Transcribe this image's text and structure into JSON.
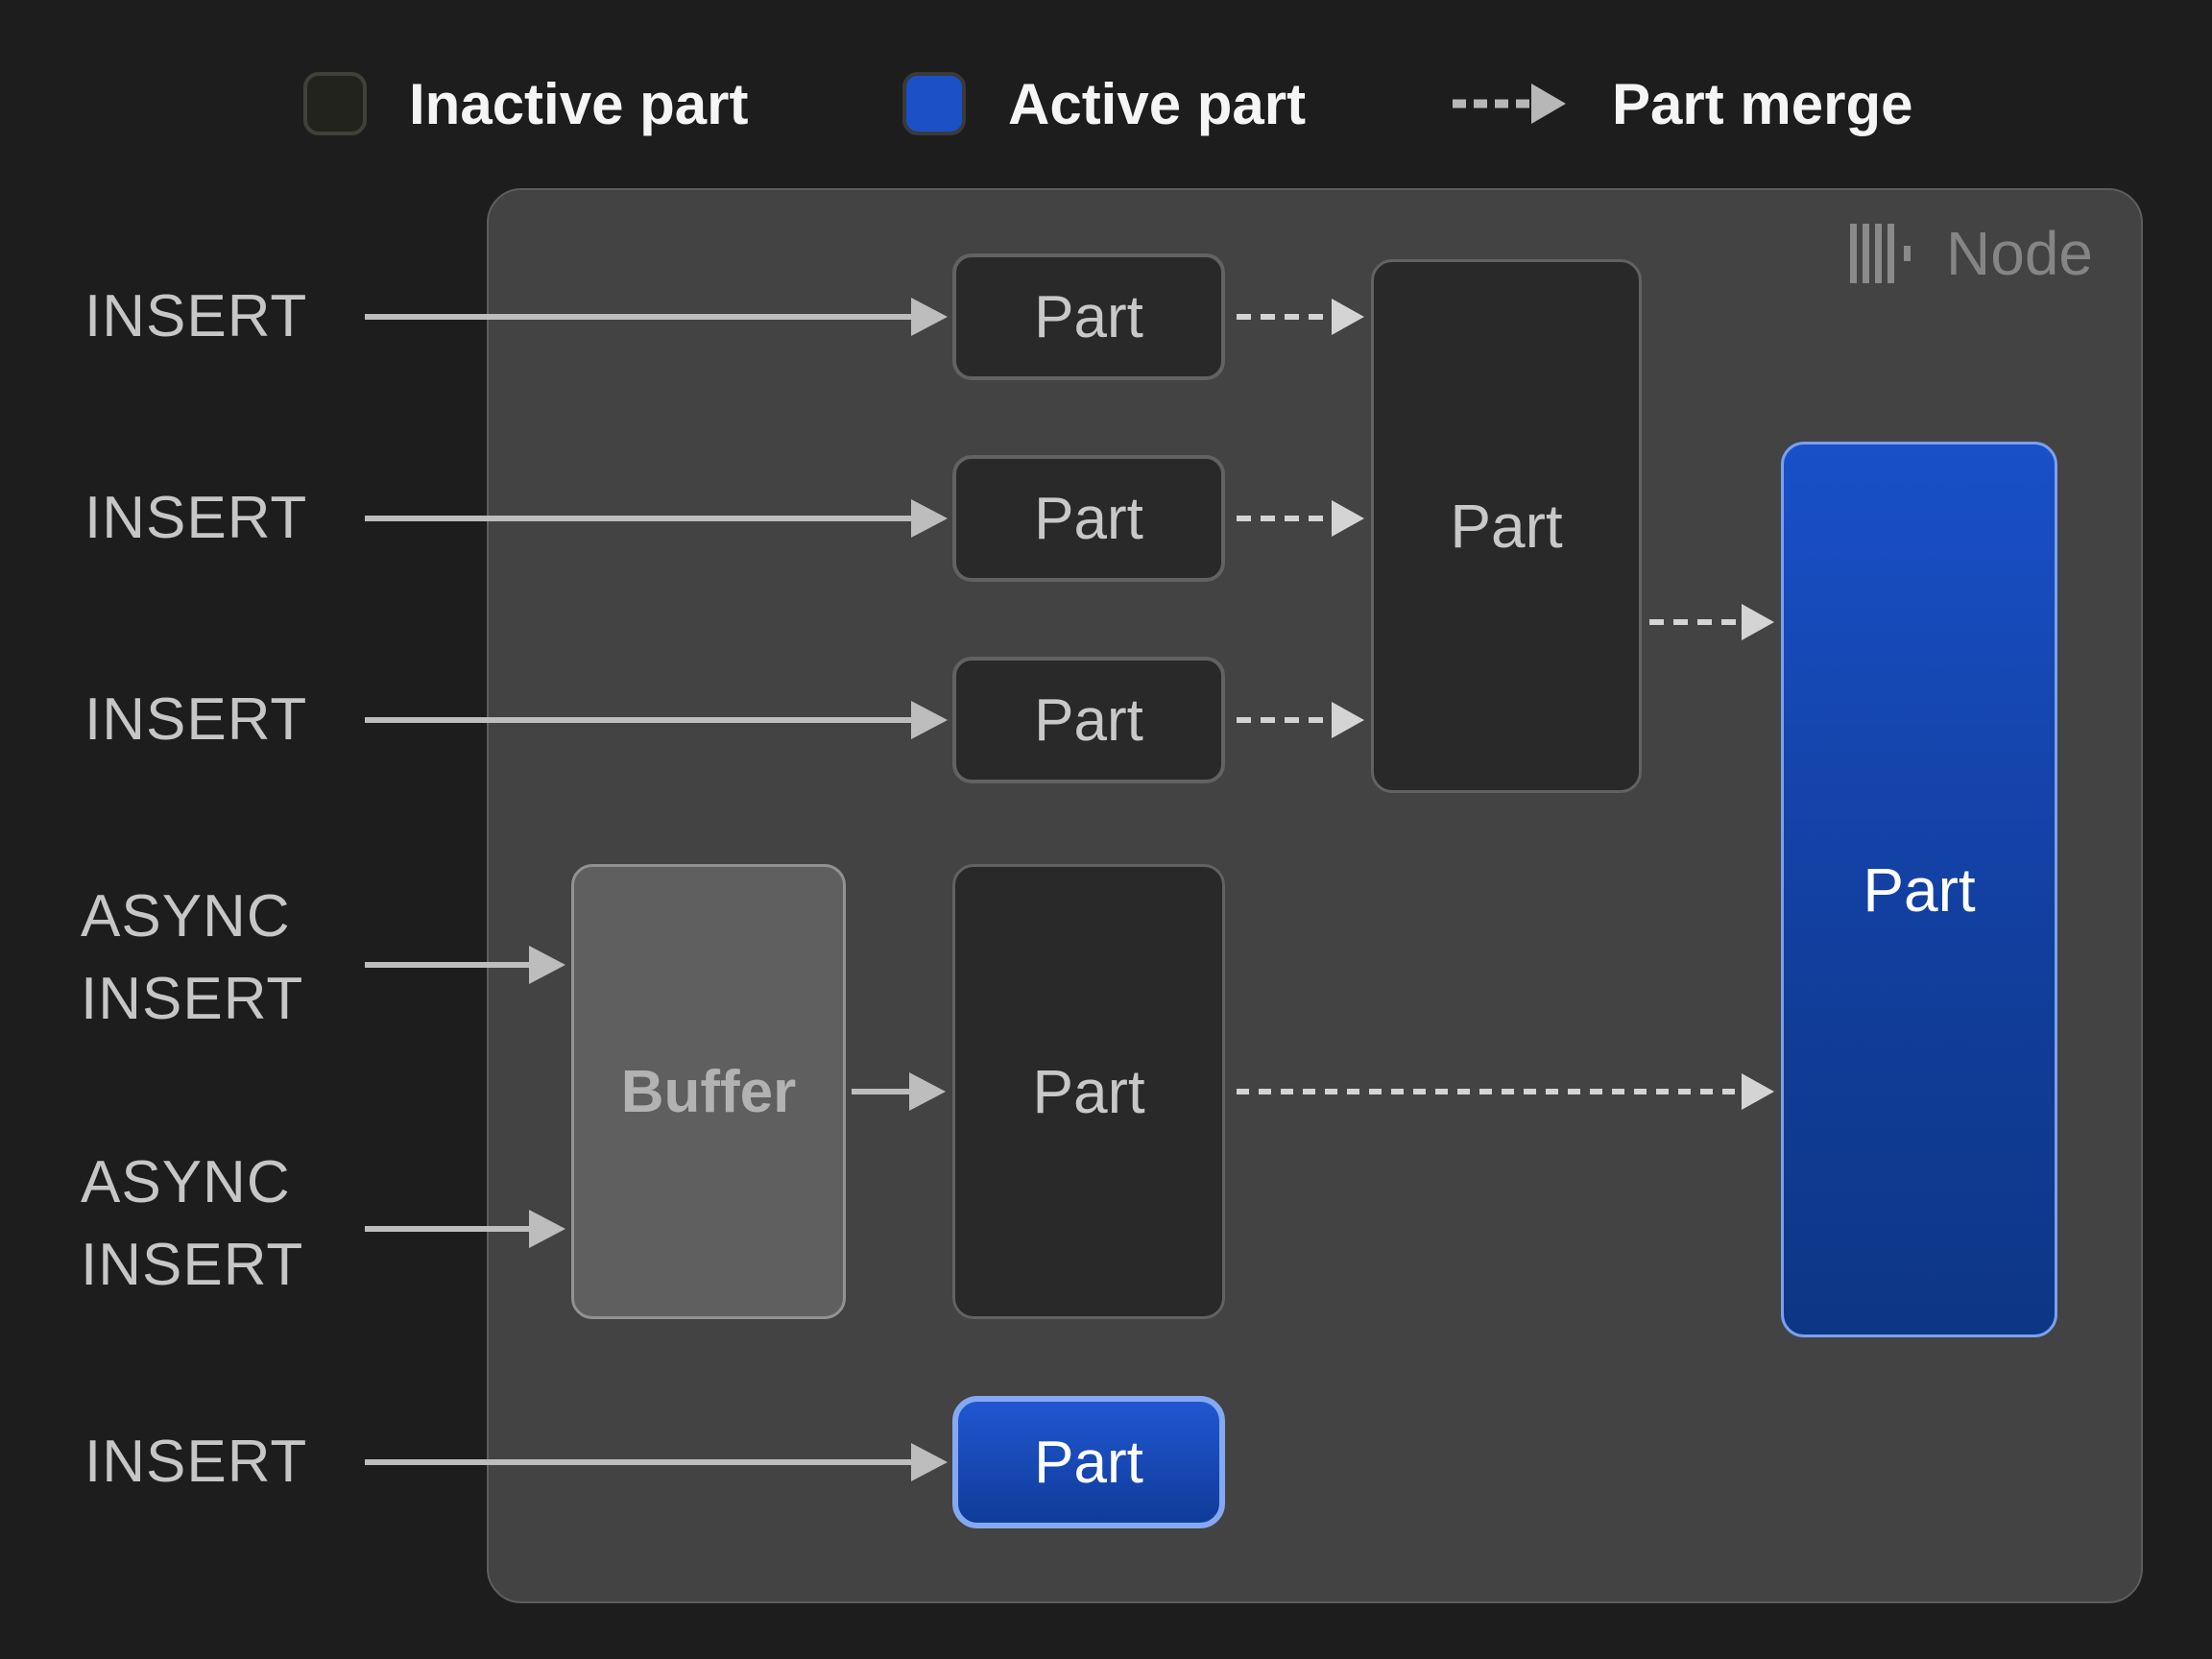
{
  "legend": {
    "inactive_label": "Inactive part",
    "active_label": "Active part",
    "merge_label": "Part merge"
  },
  "node": {
    "title": "Node"
  },
  "left_labels": [
    {
      "id": "insert-1",
      "lines": [
        "INSERT"
      ]
    },
    {
      "id": "insert-2",
      "lines": [
        "INSERT"
      ]
    },
    {
      "id": "insert-3",
      "lines": [
        "INSERT"
      ]
    },
    {
      "id": "async-insert-1",
      "lines": [
        "ASYNC",
        "INSERT"
      ]
    },
    {
      "id": "async-insert-2",
      "lines": [
        "ASYNC",
        "INSERT"
      ]
    },
    {
      "id": "insert-4",
      "lines": [
        "INSERT"
      ]
    }
  ],
  "parts": {
    "part_top": "Part",
    "part_mid": "Part",
    "part_low": "Part",
    "part_merged": "Part",
    "buffer": "Buffer",
    "part_async": "Part",
    "part_active_main": "Part",
    "part_active_bottom": "Part"
  },
  "colors": {
    "background": "#1d1d1d",
    "node_background": "#434343",
    "inactive_part_fill": "#292929",
    "inactive_part_border": "#626262",
    "active_part_blue": "#1950c8",
    "active_part_border": "#85a8f3",
    "buffer_fill": "#5f5f5f",
    "solid_arrow": "#bdbdbd",
    "dashed_arrow": "#d4d4d4",
    "legend_text": "#f5f5f5",
    "io_label_text": "#c6c6c6",
    "node_title_text": "#858585"
  }
}
